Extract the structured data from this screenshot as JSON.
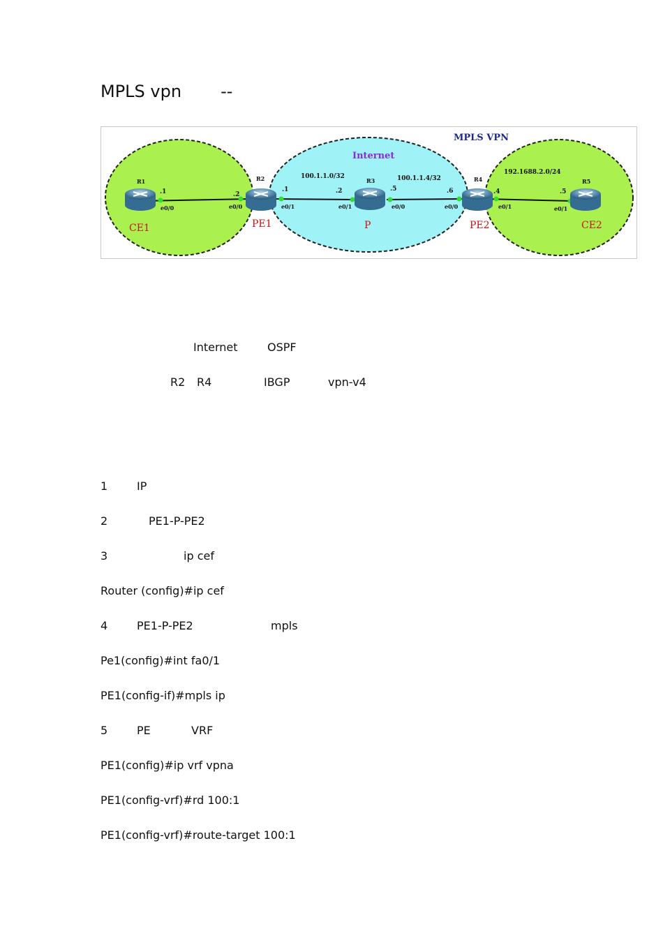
{
  "title": {
    "main": "MPLS vpn",
    "dashes": "--"
  },
  "diagram": {
    "banner": "MPLS   VPN",
    "internet_label": "Internet",
    "net_left": "100.1.1.0/32",
    "net_right": "100.1.1.4/32",
    "net_ce2": "192.1688.2.0/24",
    "routers": {
      "r1": "R1",
      "r2": "R2",
      "r3": "R3",
      "r4": "R4",
      "r5": "R5"
    },
    "roles": {
      "ce1": "CE1",
      "pe1": "PE1",
      "p": "P",
      "pe2": "PE2",
      "ce2": "CE2"
    },
    "ips": {
      "ip1": ".1",
      "ip2": ".2",
      "ip3": ".1",
      "ip4": ".2",
      "ip5": ".5",
      "ip6": ".6",
      "ip7": ".4",
      "ip8": ".5"
    },
    "ifaces": {
      "if1": "e0/0",
      "if2": "e0/0",
      "if3": "e0/1",
      "if4": "e0/1",
      "if5": "e0/0",
      "if6": "e0/0",
      "if7": "e0/1",
      "if8": "e0/1"
    }
  },
  "intro": {
    "line1": {
      "a": "Internet",
      "b": "OSPF"
    },
    "line2": {
      "a": "R2",
      "b": "R4",
      "c": "IBGP",
      "d": "vpn-v4"
    }
  },
  "steps": {
    "s1": {
      "num": "1",
      "a": "IP"
    },
    "s2": {
      "num": "2",
      "a": "PE1-P-PE2"
    },
    "s3": {
      "num": "3",
      "a": "ip cef"
    },
    "cmd1": "Router (config)#ip cef",
    "s4": {
      "num": "4",
      "a": "PE1-P-PE2",
      "b": "mpls"
    },
    "cmd2": "Pe1(config)#int fa0/1",
    "cmd3": "PE1(config-if)#mpls ip",
    "s5": {
      "num": "5",
      "a": "PE",
      "b": "VRF"
    },
    "cmd4": "PE1(config)#ip vrf vpna",
    "cmd5": "PE1(config-vrf)#rd 100:1",
    "cmd6": "PE1(config-vrf)#route-target 100:1"
  }
}
